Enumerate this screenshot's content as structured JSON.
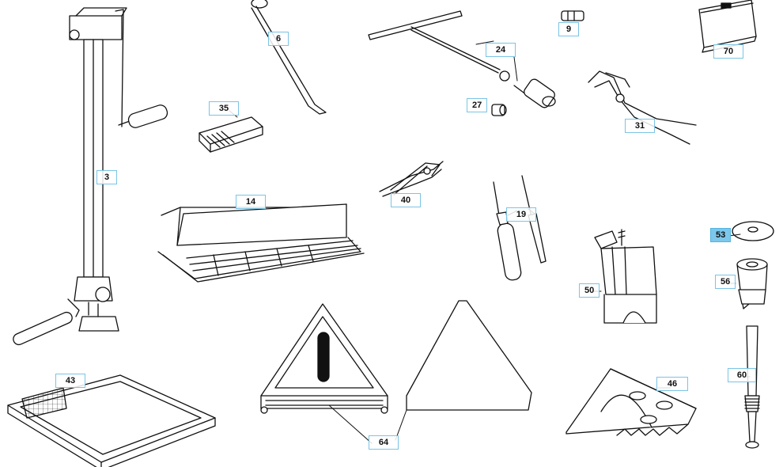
{
  "diagram": {
    "parts": [
      {
        "id": "p3",
        "label": "3",
        "name": "jack"
      },
      {
        "id": "p6",
        "label": "6",
        "name": "wheel-brace"
      },
      {
        "id": "p9",
        "label": "9",
        "name": "adapter"
      },
      {
        "id": "p14",
        "label": "14",
        "name": "tool-tray"
      },
      {
        "id": "p19",
        "label": "19",
        "name": "screwdrivers"
      },
      {
        "id": "p24",
        "label": "24",
        "name": "t-handle-socket-wrench"
      },
      {
        "id": "p27",
        "label": "27",
        "name": "socket"
      },
      {
        "id": "p31",
        "label": "31",
        "name": "pliers"
      },
      {
        "id": "p35",
        "label": "35",
        "name": "fuse-box"
      },
      {
        "id": "p40",
        "label": "40",
        "name": "combination-pliers"
      },
      {
        "id": "p43",
        "label": "43",
        "name": "floor-mat"
      },
      {
        "id": "p46",
        "label": "46",
        "name": "wheel-chock"
      },
      {
        "id": "p50",
        "label": "50",
        "name": "holder-bracket"
      },
      {
        "id": "p53",
        "label": "53",
        "name": "cap",
        "highlighted": true
      },
      {
        "id": "p56",
        "label": "56",
        "name": "sleeve"
      },
      {
        "id": "p60",
        "label": "60",
        "name": "pin"
      },
      {
        "id": "p64",
        "label": "64",
        "name": "warning-triangle"
      },
      {
        "id": "p70",
        "label": "70",
        "name": "booklet"
      }
    ],
    "colors": {
      "callout_border": "#7cc4e4",
      "highlight": "#7cc8ec",
      "line": "#111111"
    }
  }
}
